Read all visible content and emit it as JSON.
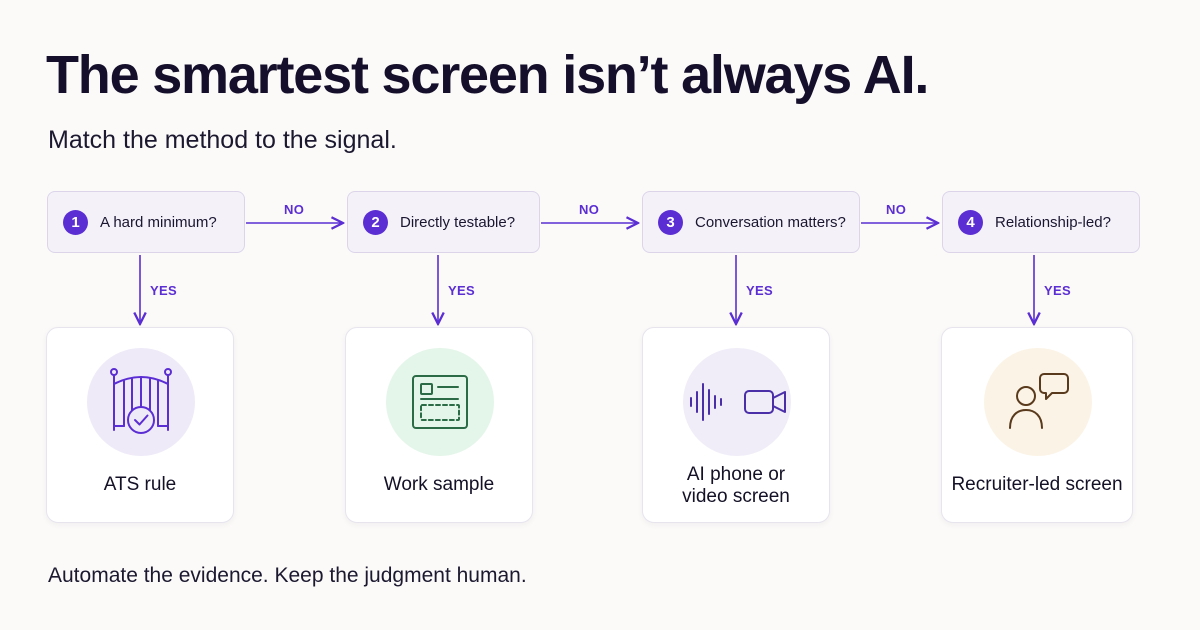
{
  "title": "The smartest screen isn’t always AI.",
  "subtitle": "Match the method to the signal.",
  "footer": "Automate the evidence. Keep the judgment human.",
  "accent_color": "#5b2ed4",
  "steps": [
    {
      "number": "1",
      "question": "A hard minimum?",
      "yes_label": "YES",
      "no_label": "NO",
      "result": "ATS rule",
      "icon": "gate-check-icon",
      "icon_bg": "#efeaf8"
    },
    {
      "number": "2",
      "question": "Directly testable?",
      "yes_label": "YES",
      "no_label": "NO",
      "result": "Work sample",
      "icon": "work-sample-form-icon",
      "icon_bg": "#e4f6ea"
    },
    {
      "number": "3",
      "question": "Conversation matters?",
      "yes_label": "YES",
      "no_label": "NO",
      "result": "AI phone or\nvideo screen",
      "icon": "audio-video-icon",
      "icon_bg": "#f0edf8"
    },
    {
      "number": "4",
      "question": "Relationship-led?",
      "yes_label": "YES",
      "result": "Recruiter-led screen",
      "icon": "people-chat-icon",
      "icon_bg": "#fbf3e6"
    }
  ]
}
